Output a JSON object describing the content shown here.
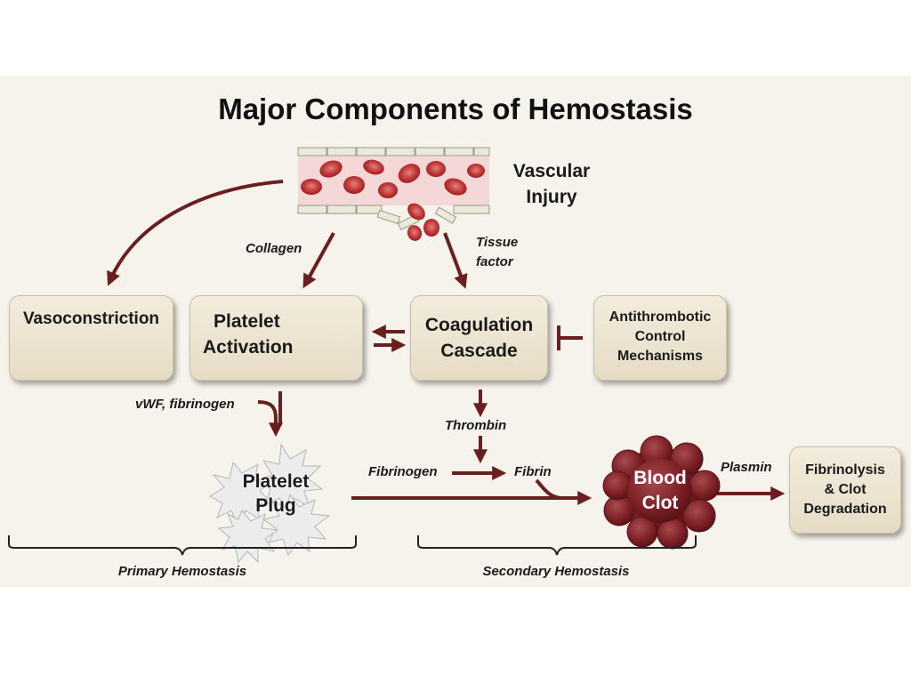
{
  "title": "Major Components of Hemostasis",
  "injury_label": [
    "Vascular",
    "Injury"
  ],
  "labels": {
    "collagen": "Collagen",
    "tissue_factor": [
      "Tissue",
      "factor"
    ],
    "vwf": "vWF, fibrinogen",
    "thrombin": "Thrombin",
    "fibrinogen": "Fibrinogen",
    "fibrin": "Fibrin",
    "plasmin": "Plasmin"
  },
  "boxes": {
    "vasoconstriction": "Vasoconstriction",
    "platelet_activation": [
      "Platelet",
      "Activation"
    ],
    "coagulation_cascade": [
      "Coagulation",
      "Cascade"
    ],
    "antithrombotic": [
      "Antithrombotic",
      "Control",
      "Mechanisms"
    ],
    "fibrinolysis": [
      "Fibrinolysis",
      "& Clot",
      "Degradation"
    ]
  },
  "platelet_plug": [
    "Platelet",
    "Plug"
  ],
  "blood_clot": [
    "Blood",
    "Clot"
  ],
  "phases": {
    "primary": "Primary Hemostasis",
    "secondary": "Secondary Hemostasis"
  },
  "colors": {
    "arrow": "#6b1e1e",
    "clot": "#7a1f24"
  }
}
